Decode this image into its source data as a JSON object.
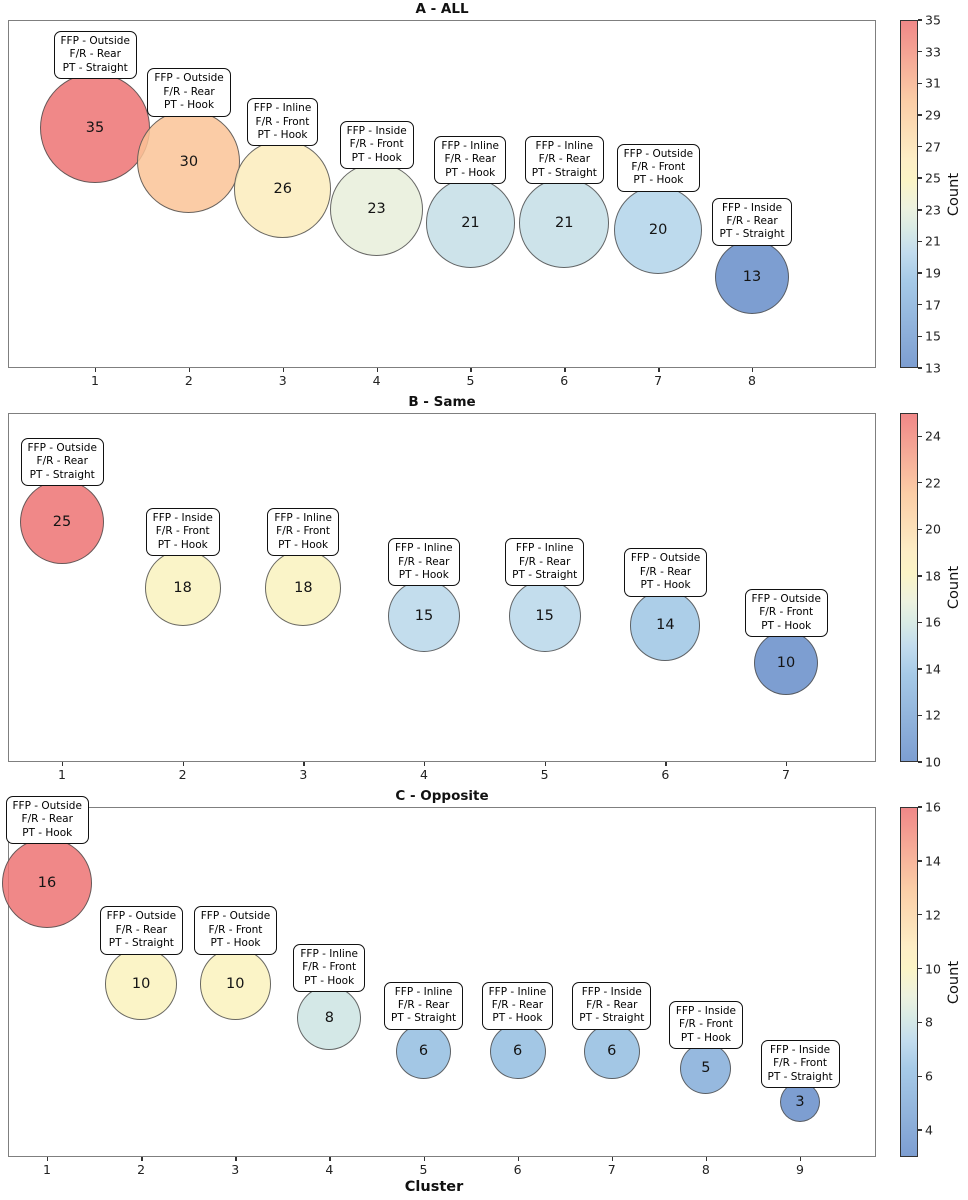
{
  "xlabel": "Cluster",
  "colorbar_label": "Count",
  "colors": {
    "panel_border": "#7f7f7f",
    "annotation_border": "#111111",
    "annotation_bg": "#ffffff",
    "bubble_edge": "#505050",
    "text": "#141414",
    "colormap_anchors": [
      {
        "t": 0.0,
        "color": "#7d9ed1"
      },
      {
        "t": 0.25,
        "color": "#a6cae7"
      },
      {
        "t": 0.33,
        "color": "#c2dcee"
      },
      {
        "t": 0.4,
        "color": "#d9ebe5"
      },
      {
        "t": 0.46,
        "color": "#edf2df"
      },
      {
        "t": 0.54,
        "color": "#fbf4c6"
      },
      {
        "t": 0.6,
        "color": "#fdeec6"
      },
      {
        "t": 0.77,
        "color": "#fbcda6"
      },
      {
        "t": 1.0,
        "color": "#f08888"
      }
    ]
  },
  "chart_data": [
    {
      "type": "scatter",
      "title": "A - ALL",
      "xlabel": "",
      "colorbar_label": "Count",
      "color_range": [
        13,
        35
      ],
      "colorbar_ticks": [
        13,
        15,
        17,
        19,
        21,
        23,
        25,
        27,
        29,
        31,
        33,
        35
      ],
      "x_ticks": [
        1,
        2,
        3,
        4,
        5,
        6,
        7,
        8
      ],
      "points": [
        {
          "cluster": 1,
          "count": 35,
          "label_lines": [
            "FFP - Outside",
            "F/R - Rear",
            "PT - Straight"
          ]
        },
        {
          "cluster": 2,
          "count": 30,
          "label_lines": [
            "FFP - Outside",
            "F/R - Rear",
            "PT - Hook"
          ]
        },
        {
          "cluster": 3,
          "count": 26,
          "label_lines": [
            "FFP - Inline",
            "F/R - Front",
            "PT - Hook"
          ]
        },
        {
          "cluster": 4,
          "count": 23,
          "label_lines": [
            "FFP - Inside",
            "F/R - Front",
            "PT - Hook"
          ]
        },
        {
          "cluster": 5,
          "count": 21,
          "label_lines": [
            "FFP - Inline",
            "F/R - Rear",
            "PT - Hook"
          ]
        },
        {
          "cluster": 6,
          "count": 21,
          "label_lines": [
            "FFP - Inline",
            "F/R - Rear",
            "PT - Straight"
          ]
        },
        {
          "cluster": 7,
          "count": 20,
          "label_lines": [
            "FFP - Outside",
            "F/R - Front",
            "PT - Hook"
          ]
        },
        {
          "cluster": 8,
          "count": 13,
          "label_lines": [
            "FFP - Inside",
            "F/R - Rear",
            "PT - Straight"
          ]
        }
      ]
    },
    {
      "type": "scatter",
      "title": "B - Same",
      "xlabel": "",
      "colorbar_label": "Count",
      "color_range": [
        10,
        25
      ],
      "colorbar_ticks": [
        10,
        12,
        14,
        16,
        18,
        20,
        22,
        24
      ],
      "x_ticks": [
        1,
        2,
        3,
        4,
        5,
        6,
        7
      ],
      "points": [
        {
          "cluster": 1,
          "count": 25,
          "label_lines": [
            "FFP - Outside",
            "F/R - Rear",
            "PT - Straight"
          ]
        },
        {
          "cluster": 2,
          "count": 18,
          "label_lines": [
            "FFP - Inside",
            "F/R - Front",
            "PT - Hook"
          ]
        },
        {
          "cluster": 3,
          "count": 18,
          "label_lines": [
            "FFP - Inline",
            "F/R - Front",
            "PT - Hook"
          ]
        },
        {
          "cluster": 4,
          "count": 15,
          "label_lines": [
            "FFP - Inline",
            "F/R - Rear",
            "PT - Hook"
          ]
        },
        {
          "cluster": 5,
          "count": 15,
          "label_lines": [
            "FFP - Inline",
            "F/R - Rear",
            "PT - Straight"
          ]
        },
        {
          "cluster": 6,
          "count": 14,
          "label_lines": [
            "FFP - Outside",
            "F/R - Rear",
            "PT - Hook"
          ]
        },
        {
          "cluster": 7,
          "count": 10,
          "label_lines": [
            "FFP - Outside",
            "F/R - Front",
            "PT - Hook"
          ]
        }
      ]
    },
    {
      "type": "scatter",
      "title": "C - Opposite",
      "xlabel": "Cluster",
      "colorbar_label": "Count",
      "color_range": [
        3,
        16
      ],
      "colorbar_ticks": [
        4,
        6,
        8,
        10,
        12,
        14,
        16
      ],
      "x_ticks": [
        1,
        2,
        3,
        4,
        5,
        6,
        7,
        8,
        9
      ],
      "points": [
        {
          "cluster": 1,
          "count": 16,
          "label_lines": [
            "FFP - Outside",
            "F/R - Rear",
            "PT - Hook"
          ]
        },
        {
          "cluster": 2,
          "count": 10,
          "label_lines": [
            "FFP - Outside",
            "F/R - Rear",
            "PT - Straight"
          ]
        },
        {
          "cluster": 3,
          "count": 10,
          "label_lines": [
            "FFP - Outside",
            "F/R - Front",
            "PT - Hook"
          ]
        },
        {
          "cluster": 4,
          "count": 8,
          "label_lines": [
            "FFP - Inline",
            "F/R - Front",
            "PT - Hook"
          ]
        },
        {
          "cluster": 5,
          "count": 6,
          "label_lines": [
            "FFP - Inline",
            "F/R - Rear",
            "PT - Straight"
          ]
        },
        {
          "cluster": 6,
          "count": 6,
          "label_lines": [
            "FFP - Inline",
            "F/R - Rear",
            "PT - Hook"
          ]
        },
        {
          "cluster": 7,
          "count": 6,
          "label_lines": [
            "FFP - Inside",
            "F/R - Rear",
            "PT - Straight"
          ]
        },
        {
          "cluster": 8,
          "count": 5,
          "label_lines": [
            "FFP - Inside",
            "F/R - Front",
            "PT - Hook"
          ]
        },
        {
          "cluster": 9,
          "count": 3,
          "label_lines": [
            "FFP - Inside",
            "F/R - Front",
            "PT - Straight"
          ]
        }
      ]
    }
  ]
}
